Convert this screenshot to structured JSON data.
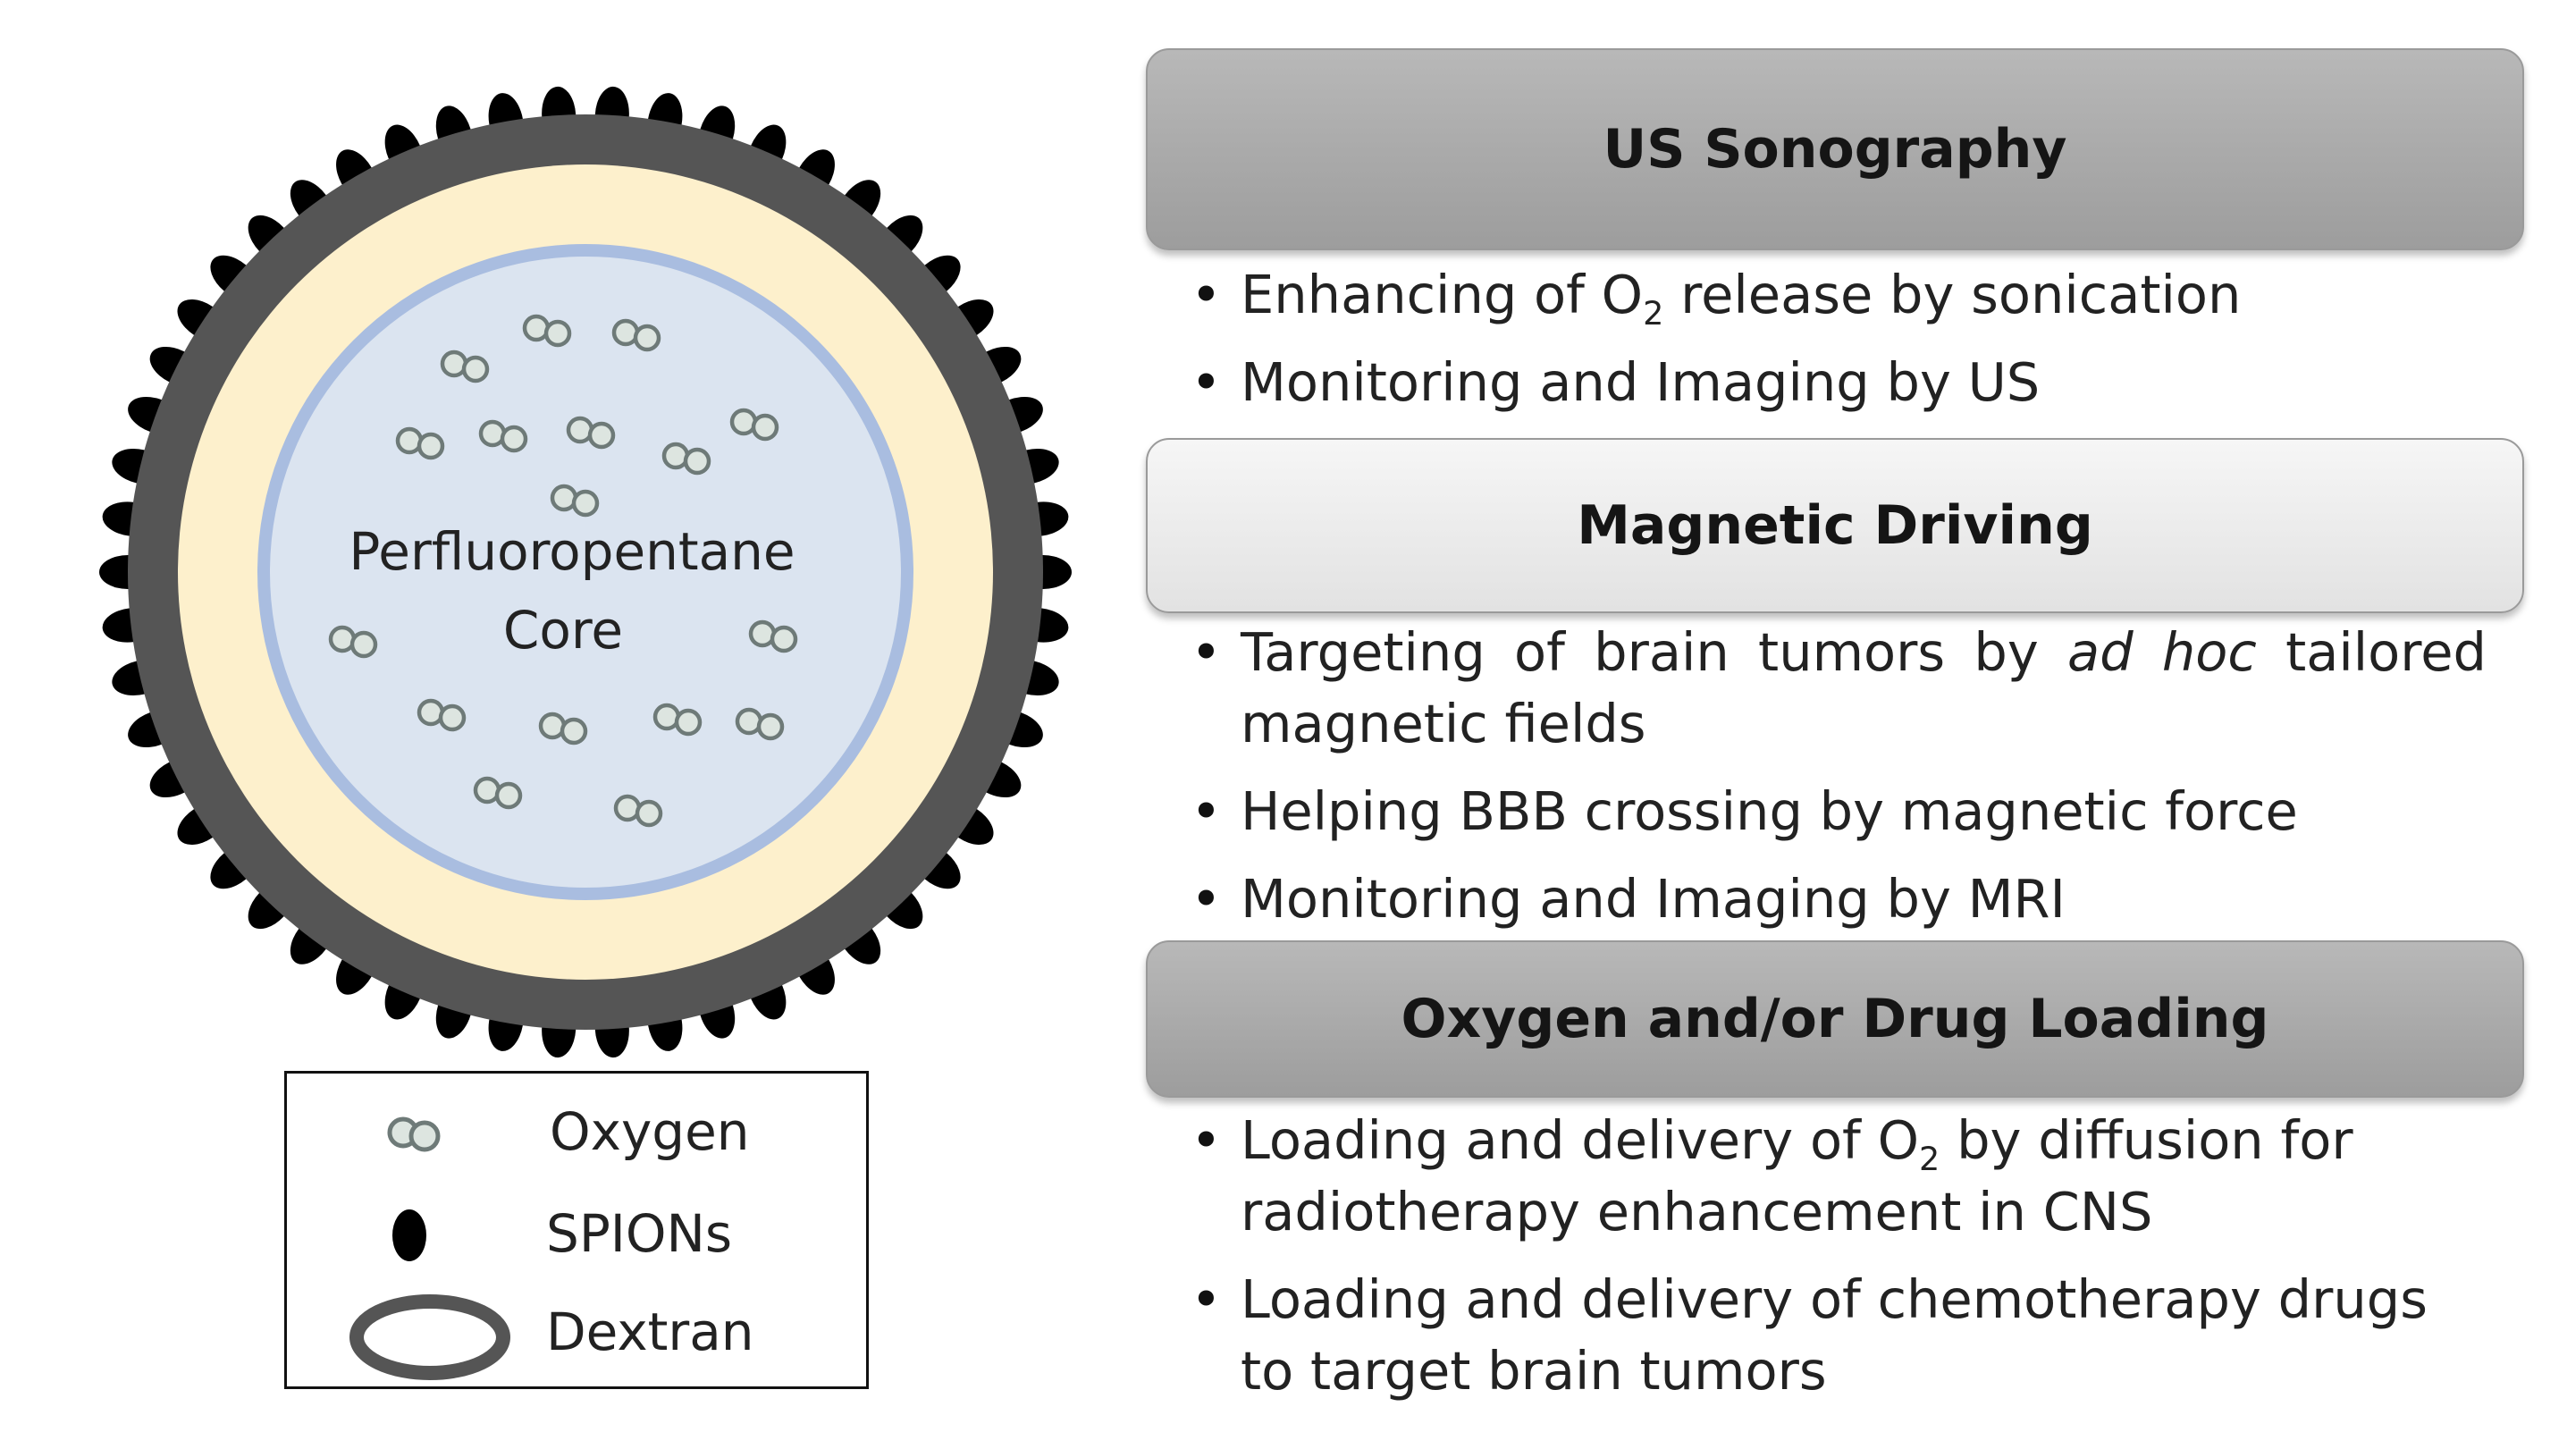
{
  "particle": {
    "core_line1": "Perfluoropentane",
    "core_line2": "Core",
    "colors": {
      "core_fill": "#dbe4f0",
      "core_ring": "#a9bde0",
      "yellow_layer": "#fdf0cc",
      "dextran_shell": "#555555",
      "spion": "#000000",
      "oxygen_fill": "#dde5e0",
      "oxygen_stroke": "#6e7a78"
    }
  },
  "legend": {
    "oxygen": "Oxygen",
    "spions": "SPIONs",
    "dextran": "Dextran",
    "icons": [
      "oxygen-molecule-icon",
      "spion-icon",
      "dextran-ring-icon"
    ]
  },
  "sections": [
    {
      "title": "US Sonography",
      "style": "dark",
      "bullets": [
        {
          "pre": "Enhancing of O",
          "sub": "2",
          "post": " release by sonication"
        },
        {
          "text": "Monitoring and Imaging by US"
        }
      ]
    },
    {
      "title": "Magnetic Driving",
      "style": "light",
      "bullets": [
        {
          "pre": "Targeting of brain tumors by ",
          "em": "ad hoc",
          "post": " tailored magnetic fields"
        },
        {
          "text": "Helping BBB crossing by magnetic force"
        },
        {
          "text": "Monitoring and Imaging by MRI"
        }
      ]
    },
    {
      "title": "Oxygen and/or Drug Loading",
      "style": "dark",
      "bullets": [
        {
          "pre": "Loading and delivery of O",
          "sub": "2",
          "post": " by diffusion for radiotherapy enhancement in CNS"
        },
        {
          "text": "Loading and delivery of chemotherapy drugs to target brain tumors"
        }
      ]
    }
  ]
}
